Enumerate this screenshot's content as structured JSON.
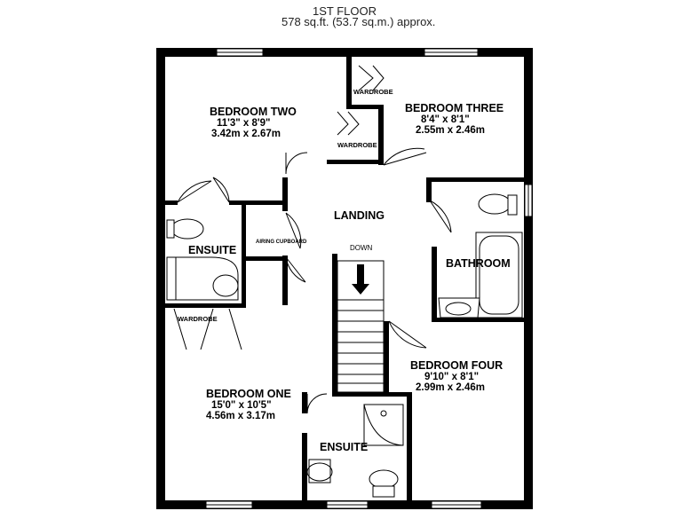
{
  "header": {
    "floor": "1ST FLOOR",
    "area": "578 sq.ft. (53.7 sq.m.) approx."
  },
  "rooms": {
    "bedroom_two": {
      "name": "BEDROOM TWO",
      "dim_imperial": "11'3\"  x 8'9\"",
      "dim_metric": "3.42m  x 2.67m"
    },
    "bedroom_three": {
      "name": "BEDROOM THREE",
      "dim_imperial": "8'4\"  x 8'1\"",
      "dim_metric": "2.55m  x 2.46m"
    },
    "landing": {
      "name": "LANDING"
    },
    "bathroom": {
      "name": "BATHROOM"
    },
    "ensuite_top": {
      "name": "ENSUITE"
    },
    "ensuite_bottom": {
      "name": "ENSUITE"
    },
    "bedroom_one": {
      "name": "BEDROOM ONE",
      "dim_imperial": "15'0\"  x 10'5\"",
      "dim_metric": "4.56m  x 3.17m"
    },
    "bedroom_four": {
      "name": "BEDROOM FOUR",
      "dim_imperial": "9'10\"  x 8'1\"",
      "dim_metric": "2.99m  x 2.46m"
    }
  },
  "labels": {
    "wardrobe_top": "WARDROBE",
    "wardrobe_mid": "WARDROBE",
    "wardrobe_left": "WARDROBE",
    "airing_cupboard": "AIRING CUPBOARD",
    "stairs_down": "DOWN"
  }
}
